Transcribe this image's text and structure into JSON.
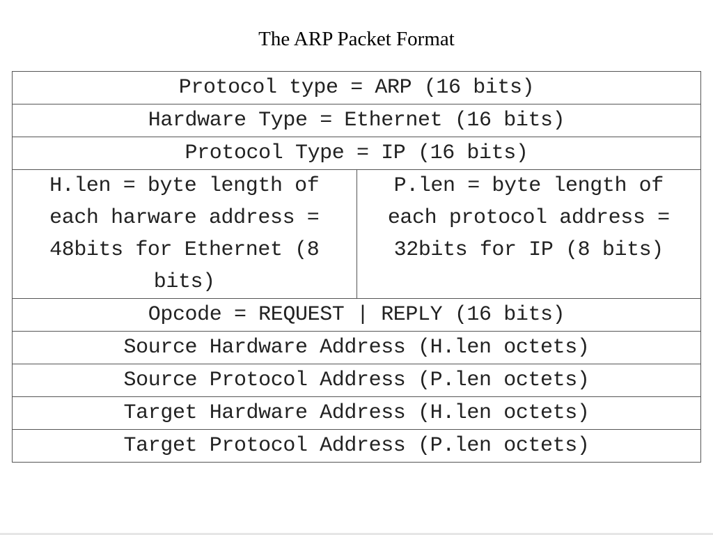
{
  "title": "The ARP Packet Format",
  "rows": {
    "r1": "Protocol type = ARP (16 bits)",
    "r2": "Hardware Type = Ethernet (16 bits)",
    "r3": "Protocol Type = IP (16 bits)",
    "hlen": "H.len = byte length of each harware address = 48bits for Ethernet (8 bits)",
    "plen": "P.len = byte length of each protocol address = 32bits for IP (8 bits)",
    "r5": "Opcode = REQUEST | REPLY (16 bits)",
    "r6": "Source Hardware Address (H.len octets)",
    "r7": "Source Protocol Address (P.len octets)",
    "r8": "Target Hardware Address (H.len octets)",
    "r9": "Target Protocol Address (P.len octets)"
  }
}
